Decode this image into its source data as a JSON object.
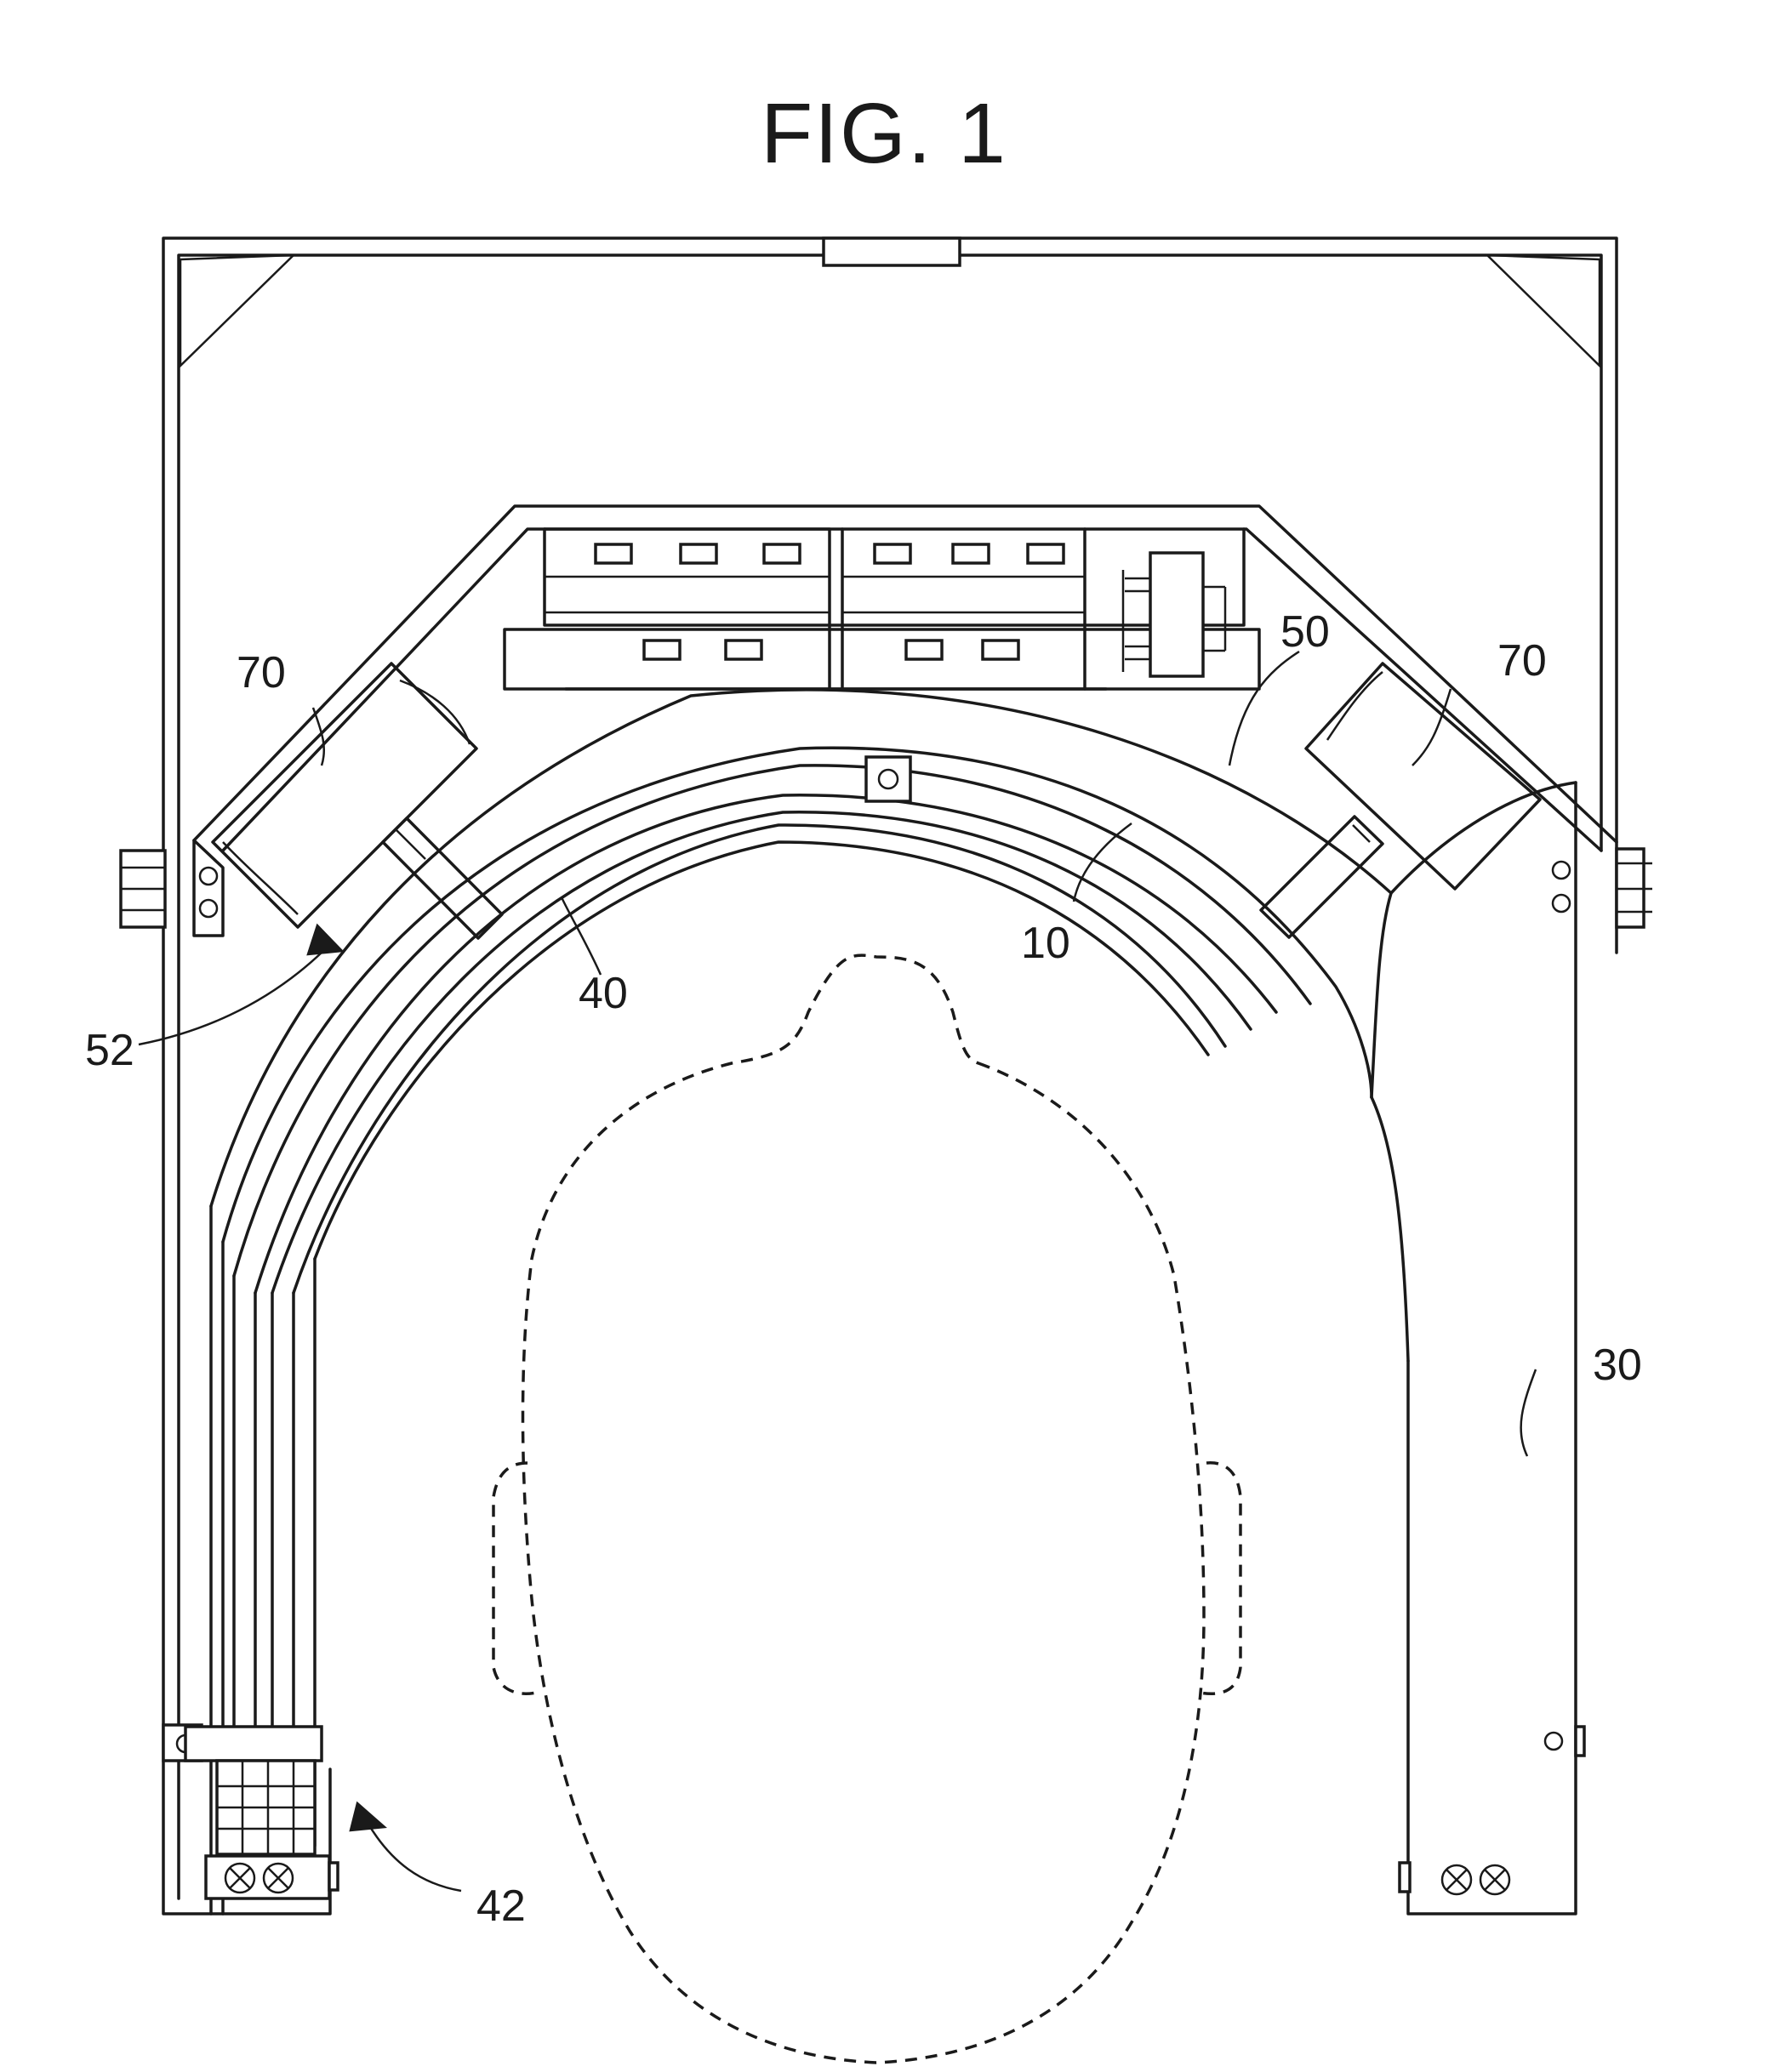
{
  "figure": {
    "title": "FIG. 1",
    "labels": {
      "ref_10": "10",
      "ref_30": "30",
      "ref_40": "40",
      "ref_42": "42",
      "ref_50": "50",
      "ref_52": "52",
      "ref_70_left": "70",
      "ref_70_right": "70"
    }
  }
}
